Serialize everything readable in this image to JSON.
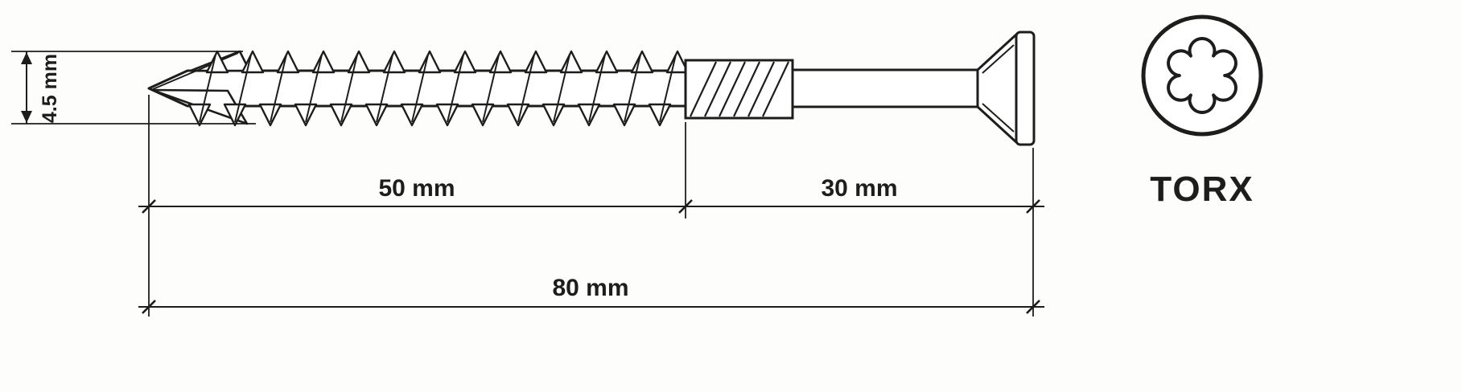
{
  "colors": {
    "background": "#fdfdfb",
    "line": "#1d1d1b"
  },
  "diagram": {
    "type": "technical-drawing",
    "subject": "countersunk-wood-screw-side-view",
    "dimensions": {
      "diameter_label": "4.5 mm",
      "thread_length_label": "50 mm",
      "shank_length_label": "30 mm",
      "total_length_label": "80 mm"
    },
    "drive": {
      "label": "TORX"
    }
  }
}
